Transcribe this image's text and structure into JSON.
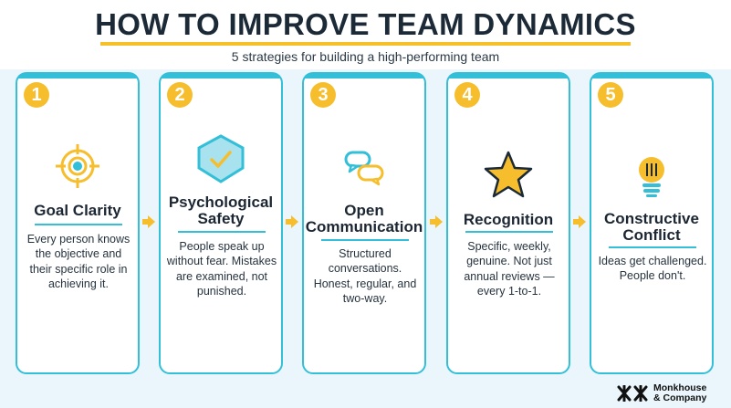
{
  "header": {
    "title": "HOW TO IMPROVE TEAM DYNAMICS",
    "subtitle": "5 strategies for building a high-performing team"
  },
  "cards": [
    {
      "number": "1",
      "title": "Goal Clarity",
      "desc": "Every person knows the objective and their specific role in achieving it.",
      "icon": "target-icon"
    },
    {
      "number": "2",
      "title": "Psychological Safety",
      "desc": "People speak up without fear. Mistakes are examined, not punished.",
      "icon": "shield-check-icon"
    },
    {
      "number": "3",
      "title": "Open Communication",
      "desc": "Structured conversations. Honest, regular, and two-way.",
      "icon": "chat-bubbles-icon"
    },
    {
      "number": "4",
      "title": "Recognition",
      "desc": "Specific, weekly, genuine. Not just annual reviews — every 1-to-1.",
      "icon": "star-icon"
    },
    {
      "number": "5",
      "title": "Constructive Conflict",
      "desc": "Ideas get challenged. People don't.",
      "icon": "lightbulb-icon"
    }
  ],
  "brand": {
    "line1": "Monkhouse",
    "line2": "& Company"
  },
  "colors": {
    "accent": "#33bfd8",
    "highlight": "#f6be2c",
    "text": "#1c2733",
    "band": "#eaf6fb"
  }
}
